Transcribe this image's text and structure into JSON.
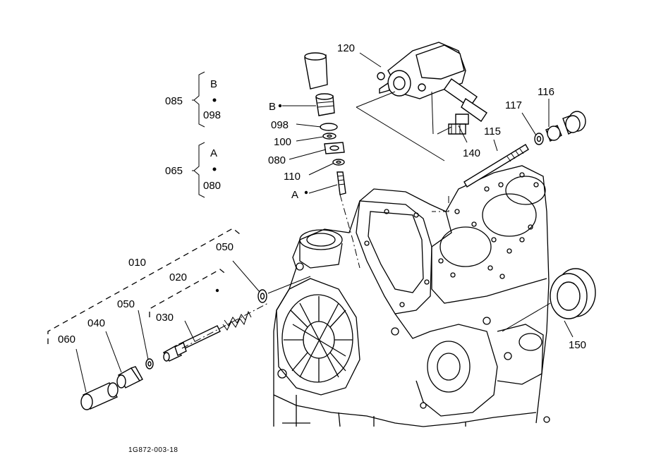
{
  "figure_code": "1G872-003-18",
  "labels": {
    "p120": "120",
    "p116": "116",
    "p117": "117",
    "p115": "115",
    "p140": "140",
    "p085": "085",
    "p065": "065",
    "groupB_top": "B",
    "groupB_bottom": "098",
    "groupA_top": "A",
    "groupA_bottom": "080",
    "stack_B": "B",
    "stack_098": "098",
    "stack_100": "100",
    "stack_080": "080",
    "stack_110": "110",
    "stack_A": "A",
    "p010": "010",
    "p020": "020",
    "p050_top": "050",
    "p050_mid": "050",
    "p040": "040",
    "p030": "030",
    "p060": "060",
    "p150": "150"
  }
}
